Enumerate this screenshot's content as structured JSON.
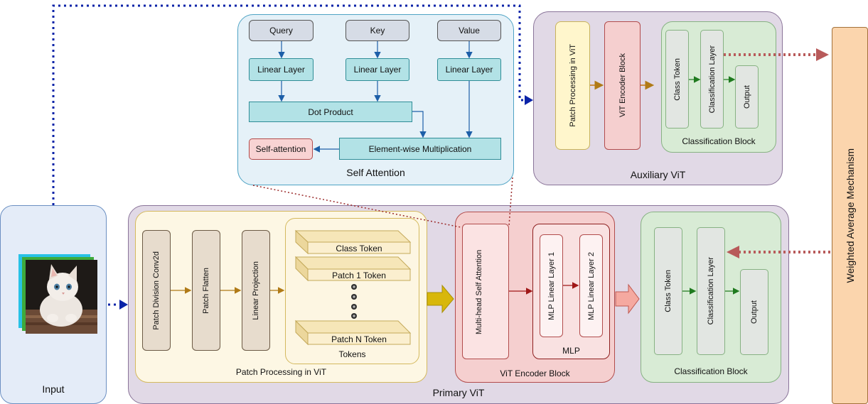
{
  "self_attention": {
    "title": "Self Attention",
    "query": "Query",
    "key": "Key",
    "value": "Value",
    "linear_layer_q": "Linear Layer",
    "linear_layer_k": "Linear Layer",
    "linear_layer_v": "Linear Layer",
    "dot_product": "Dot Product",
    "element_wise": "Element-wise Multiplication",
    "self_attention_out": "Self-attention"
  },
  "auxiliary_vit": {
    "title": "Auxiliary ViT",
    "patch_processing": "Patch Processing in ViT",
    "encoder_block": "ViT Encoder Block",
    "classification": {
      "title": "Classification Block",
      "class_token": "Class Token",
      "classification_layer": "Classification Layer",
      "output": "Output"
    }
  },
  "weighted_average": "Weighted Average Mechanism",
  "input": {
    "title": "Input"
  },
  "primary_vit": {
    "title": "Primary ViT",
    "patch_processing": {
      "title": "Patch Processing in ViT",
      "conv": "Patch Division Conv2d",
      "flatten": "Patch Flatten",
      "projection": "Linear Projection",
      "tokens_title": "Tokens",
      "class_token": "Class Token",
      "patch1_token": "Patch 1 Token",
      "patchN_token": "Patch N Token"
    },
    "encoder": {
      "title": "ViT Encoder Block",
      "mhsa": "Multi-head Self Attention",
      "mlp_title": "MLP",
      "mlp1": "MLP Linear Layer 1",
      "mlp2": "MLP Linear Layer 2"
    },
    "classification": {
      "title": "Classification Block",
      "class_token": "Class Token",
      "classification_layer": "Classification Layer",
      "output": "Output"
    }
  },
  "colors": {
    "attention_bg": "#e5f1f8",
    "vit_bg": "#e1d9e6",
    "patch_bg": "#fdf7e4",
    "encoder_bg": "#f5cfcf",
    "classification_bg": "#d8ebd5",
    "weighted_bg": "#fbd5ad",
    "input_bg": "#e4ecf8"
  }
}
